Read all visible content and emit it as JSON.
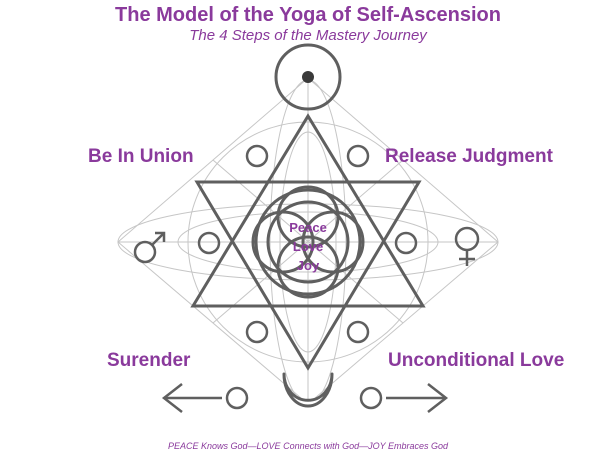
{
  "header": {
    "title": "The Model of the Yoga of Self-Ascension",
    "subtitle": "The 4 Steps of the Mastery Journey"
  },
  "steps": {
    "top_left": "Be In Union",
    "top_right": "Release Judgment",
    "bottom_left": "Surender",
    "bottom_right": "Unconditional Love"
  },
  "center": {
    "line1": "Peace",
    "line2": "Love",
    "line3": "Joy"
  },
  "footer": "PEACE Knows God—LOVE Connects with God—JOY Embraces God",
  "symbols": {
    "left": "mars-icon",
    "right": "venus-icon",
    "top": "sun-circle-icon",
    "bottom": "crescent-moon-icon"
  },
  "colors": {
    "accent": "#8a3a9c",
    "line_dark": "#5f5f5f",
    "line_light": "#c6c6c6"
  }
}
